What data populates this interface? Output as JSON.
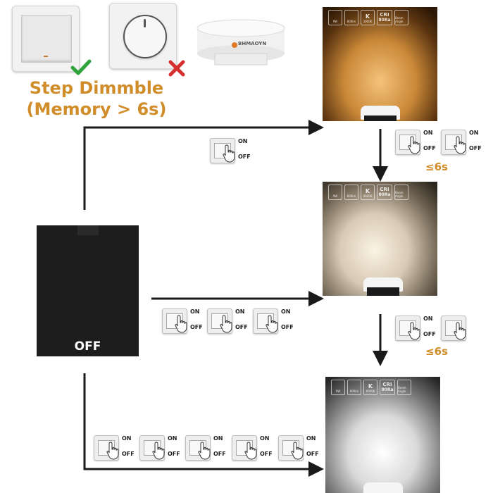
{
  "title": {
    "line1": "Step Dimmble",
    "line2": "(Memory > 6s)"
  },
  "brand": {
    "name": "BHMAOYN"
  },
  "colors": {
    "accent": "#d08d2a",
    "check": "#2fa43c",
    "cross": "#d62f2f",
    "arrow": "#1a1a1a"
  },
  "off_label": "OFF",
  "switch_labels": {
    "on": "ON",
    "off": "OFF"
  },
  "timing_label": "≤6s",
  "panels": [
    {
      "watt": "9W",
      "lumen": "800lm",
      "k_symbol": "K",
      "cct": "3000K",
      "cri": "CRI",
      "ra": "80Ra",
      "beam": "Beam Angle"
    },
    {
      "watt": "9W",
      "lumen": "800lm",
      "k_symbol": "K",
      "cct": "4000K",
      "cri": "CRI",
      "ra": "80Ra",
      "beam": "Beam Angle"
    },
    {
      "watt": "9W",
      "lumen": "800lm",
      "k_symbol": "K",
      "cct": "6000K",
      "cri": "CRI",
      "ra": "80Ra",
      "beam": "Beam Angle"
    }
  ]
}
